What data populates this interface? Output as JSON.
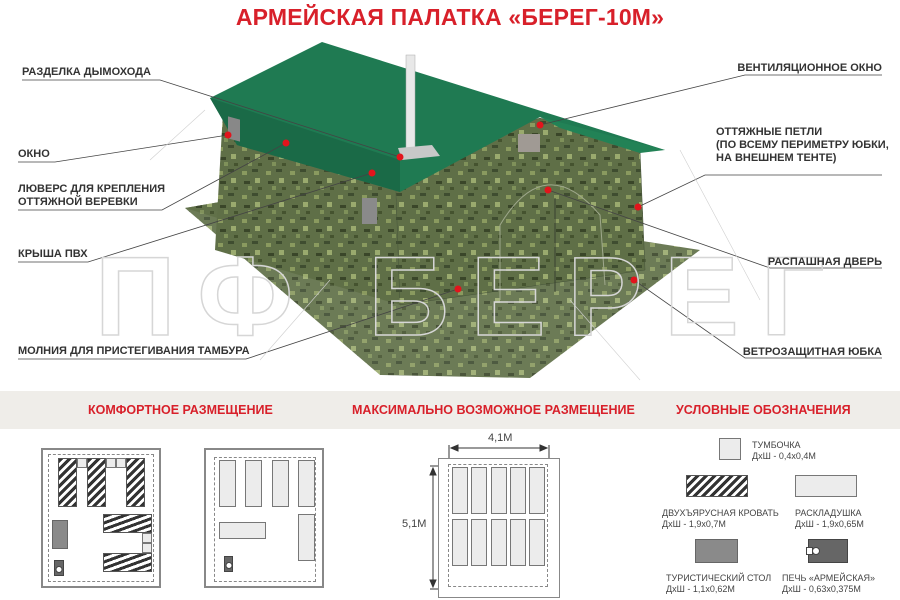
{
  "header": {
    "title": "АРМЕЙСКАЯ ПАЛАТКА «БЕРЕГ-10М»"
  },
  "watermark": {
    "text": "ПФ БЕРЕГ"
  },
  "callouts": {
    "left": [
      {
        "label": "РАЗДЕЛКА ДЫМОХОДА"
      },
      {
        "label": "ОКНО"
      },
      {
        "label": "ЛЮВЕРС ДЛЯ КРЕПЛЕНИЯ",
        "label2": "ОТТЯЖНОЙ ВЕРЕВКИ"
      },
      {
        "label": "КРЫША ПВХ"
      },
      {
        "label": "МОЛНИЯ ДЛЯ ПРИСТЕГИВАНИЯ ТАМБУРА"
      }
    ],
    "right": [
      {
        "label": "ВЕНТИЛЯЦИОННОЕ ОКНО"
      },
      {
        "label": "ОТТЯЖНЫЕ ПЕТЛИ",
        "label2": "(ПО ВСЕМУ ПЕРИМЕТРУ ЮБКИ,",
        "label3": "НА ВНЕШНЕМ ТЕНТЕ)"
      },
      {
        "label": "РАСПАШНАЯ ДВЕРЬ"
      },
      {
        "label": "ВЕТРОЗАЩИТНАЯ ЮБКА"
      }
    ]
  },
  "sections": {
    "comfort": "КОМФОРТНОЕ РАЗМЕЩЕНИЕ",
    "max": "МАКСИМАЛЬНО ВОЗМОЖНОЕ РАЗМЕЩЕНИЕ",
    "legend": "УСЛОВНЫЕ ОБОЗНАЧЕНИЯ"
  },
  "dimensions": {
    "width": "4,1М",
    "length": "5,1М"
  },
  "legend": [
    {
      "name": "ТУМБОЧКА",
      "size": "ДхШ - 0,4х0,4М"
    },
    {
      "name": "ДВУХЪЯРУСНАЯ КРОВАТЬ",
      "size": "ДхШ - 1,9х0,7М"
    },
    {
      "name": "РАСКЛАДУШКА",
      "size": "ДхШ - 1,9х0,65М"
    },
    {
      "name": "ТУРИСТИЧЕСКИЙ СТОЛ",
      "size": "ДхШ - 1,1х0,62М"
    },
    {
      "name": "ПЕЧЬ «АРМЕЙСКАЯ»",
      "size": "ДхШ - 0,63х0,375М"
    }
  ],
  "colors": {
    "accent": "#d8202a",
    "roof": "#1f7a52",
    "camo": "#5d6e45",
    "marker": "#e2141c",
    "band": "#efede9"
  }
}
